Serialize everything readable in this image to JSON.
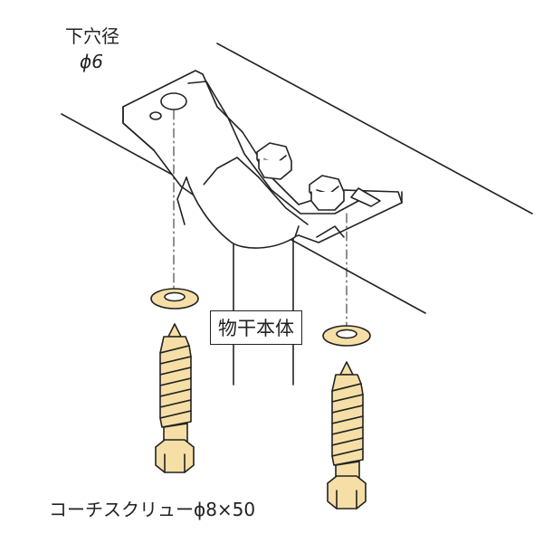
{
  "labels": {
    "hole_title": "下穴径",
    "hole_diameter": "ϕ6",
    "body": "物干本体",
    "screw": "コーチスクリューϕ8×50"
  },
  "colors": {
    "line": "#222222",
    "metal_fill": "#ffffff",
    "screw_fill": "#f6dfa6",
    "screw_shade": "#e2c27a"
  },
  "icons": [
    "ceiling-bracket-icon",
    "hex-bolt-icon",
    "washer-icon",
    "coach-screw-icon"
  ]
}
